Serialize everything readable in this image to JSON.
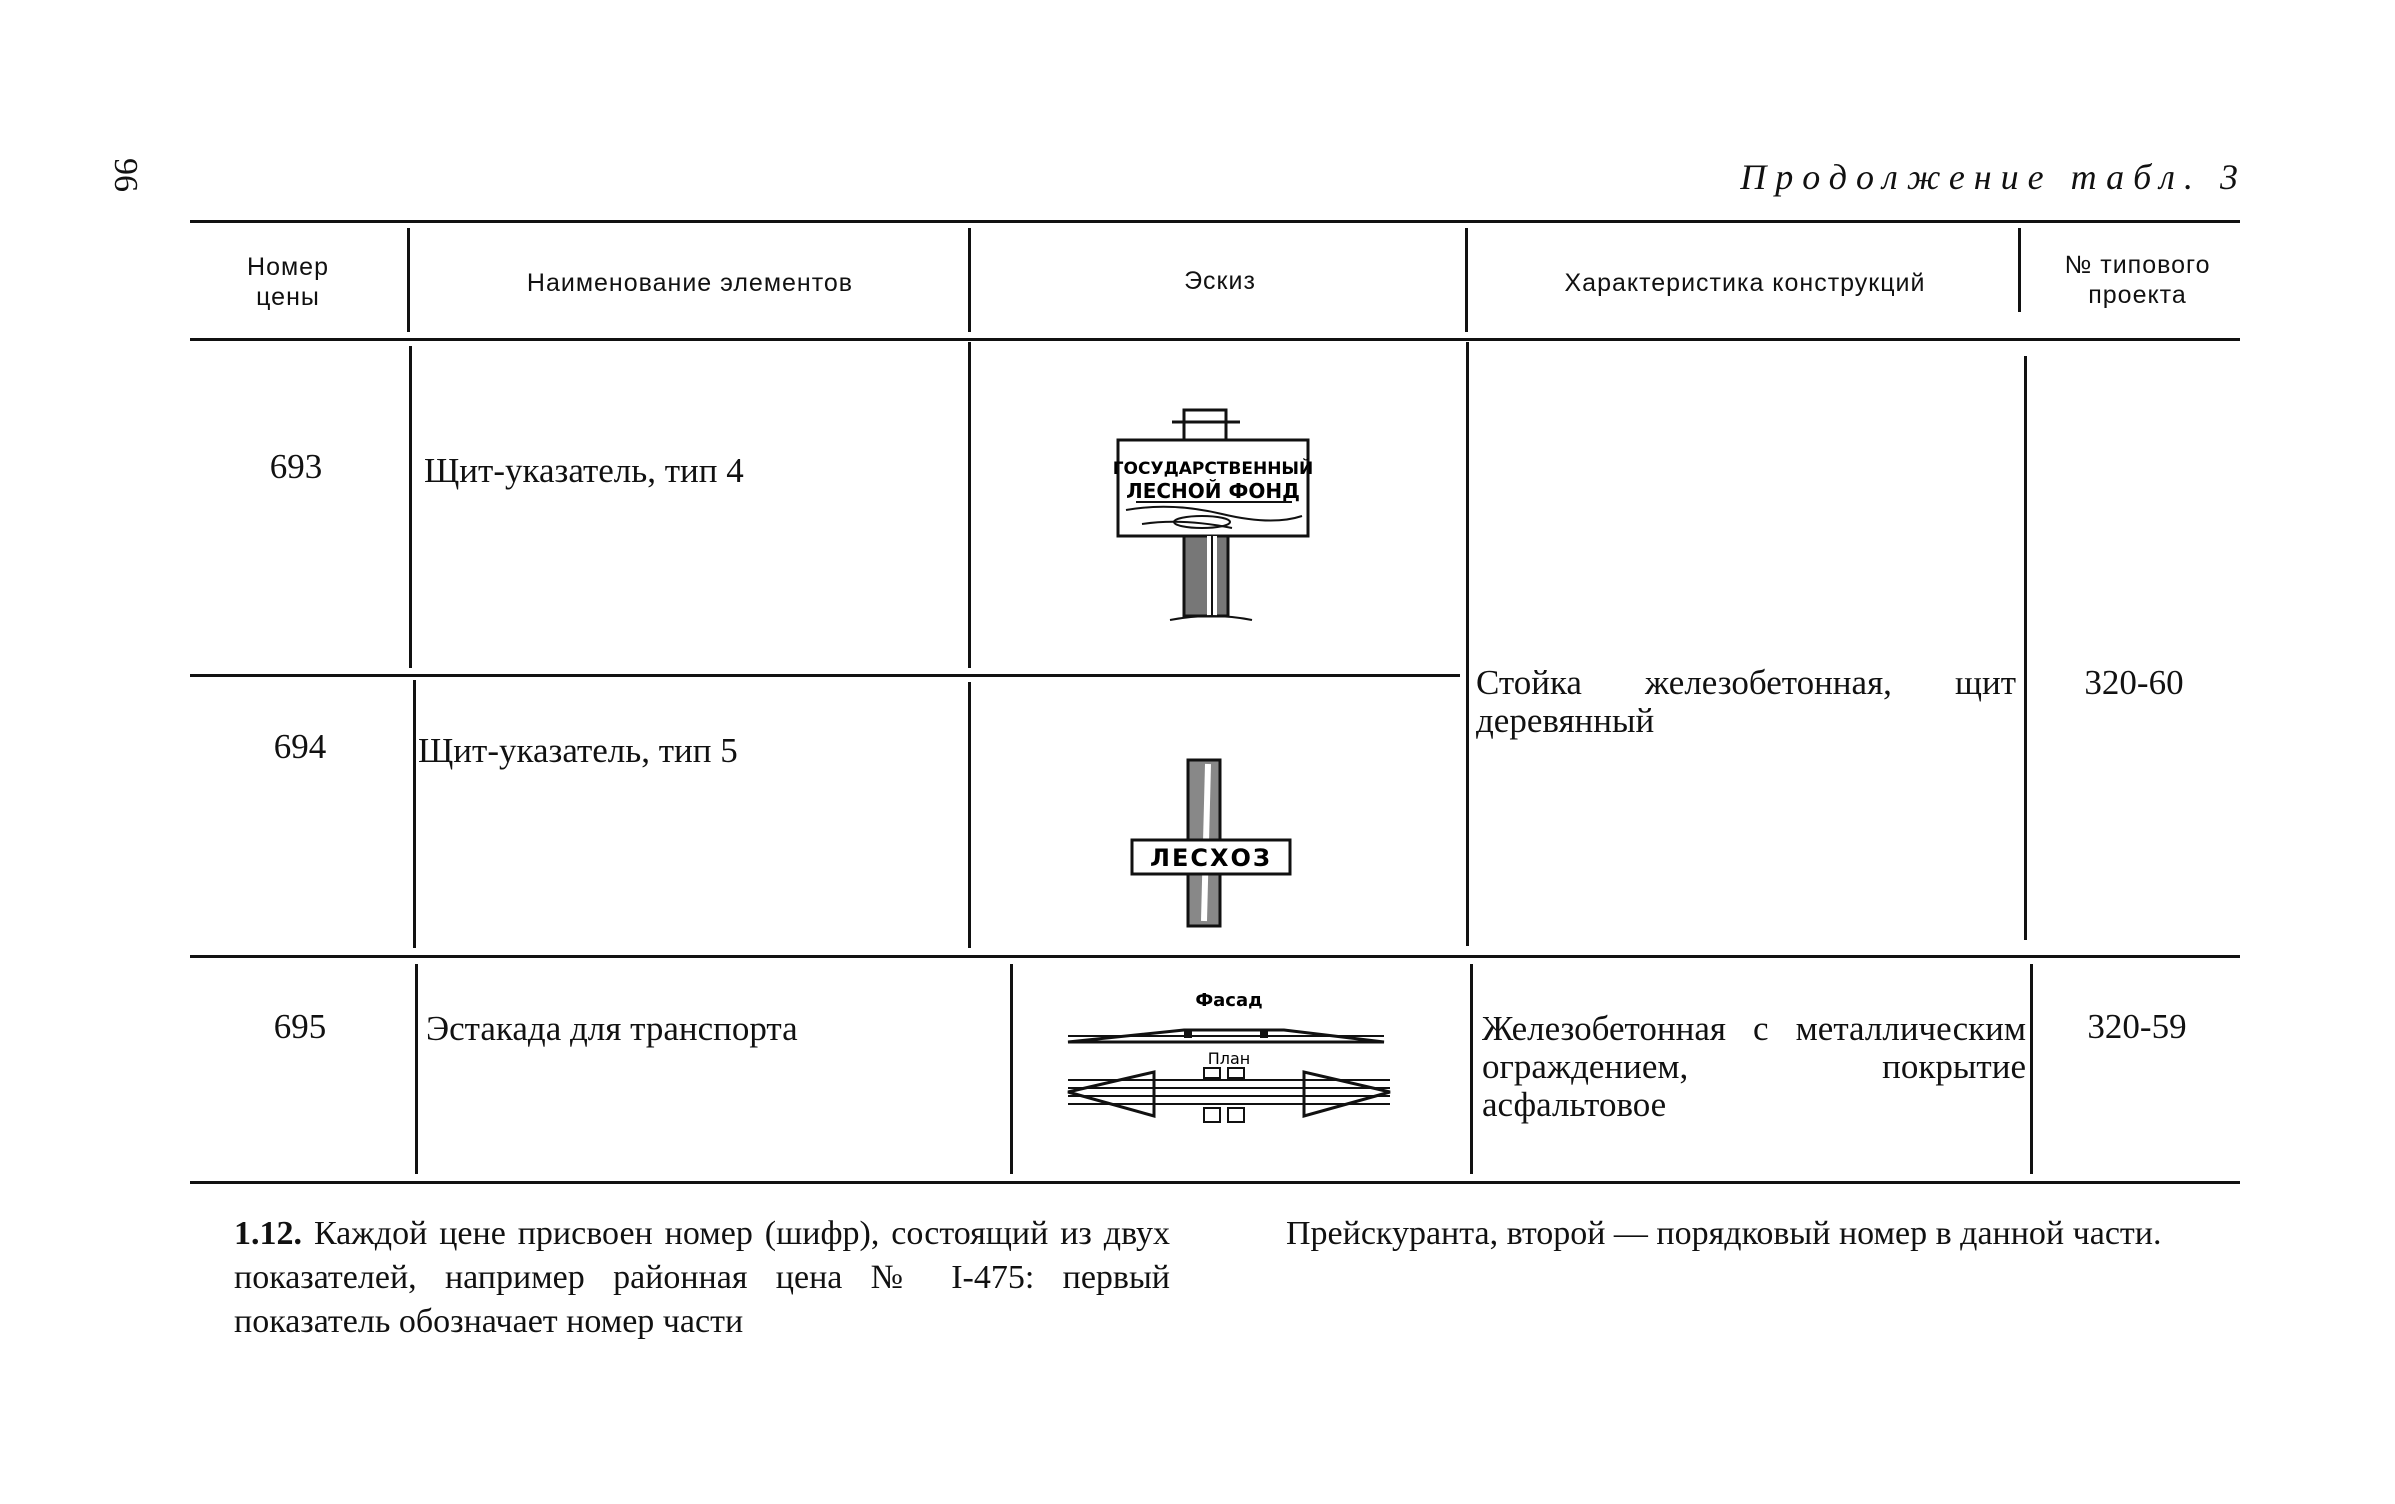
{
  "page": {
    "number": "96",
    "continuation": "Продолжение табл. 3"
  },
  "table": {
    "headers": {
      "price_number": "Номер цены",
      "element_name": "Наименование элементов",
      "sketch": "Эскиз",
      "characteristic": "Характеристика конструкций",
      "project_number": "№ типового проекта"
    },
    "rows": [
      {
        "price_number": "693",
        "element_name": "Щит-указатель, тип 4",
        "sketch_text_1": "ГОСУДАРСТВЕННЫЙ",
        "sketch_text_2": "ЛЕСНОЙ ФОНД"
      },
      {
        "price_number": "694",
        "element_name": "Щит-указатель, тип 5",
        "sketch_text": "ЛЕСХОЗ"
      },
      {
        "price_number": "695",
        "element_name": "Эстакада для транспорта",
        "sketch_label_facade": "Фасад",
        "sketch_label_plan": "План",
        "characteristic": "Железобетонная с металлическим ограждением, покрытие асфальтовое",
        "project_number": "320-59"
      }
    ],
    "merged_693_694": {
      "characteristic": "Стойка железобетонная, щит деревянный",
      "project_number": "320-60"
    }
  },
  "paragraph": {
    "label": "1.12.",
    "left_text": "Каждой цене присвоен номер (шифр), состоящий из двух показателей, например районная цена № I-475: первый показатель обозначает номер части",
    "right_text": "Прейскуранта, второй — порядковый номер в данной части."
  }
}
